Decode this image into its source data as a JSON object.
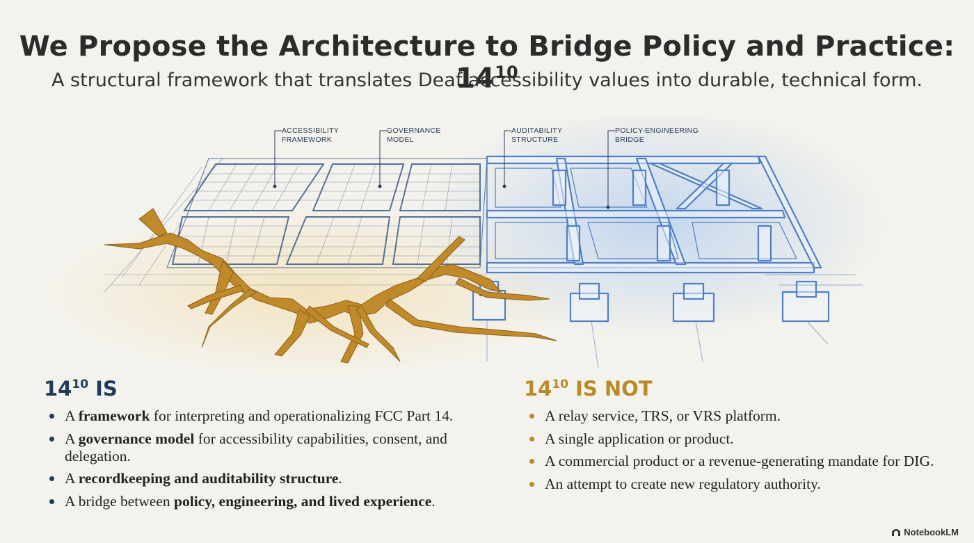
{
  "header": {
    "title": "We Propose the Architecture to Bridge Policy and Practice: 14",
    "title_sup": "10",
    "subtitle": "A structural framework that translates Deaf accessibility values into durable, technical form."
  },
  "illustration": {
    "callouts": [
      {
        "line1": "ACCESSIBILITY",
        "line2": "FRAMEWORK"
      },
      {
        "line1": "GOVERNANCE",
        "line2": "MODEL"
      },
      {
        "line1": "AUDITABILITY",
        "line2": "STRUCTURE"
      },
      {
        "line1": "POLICY-ENGINEERING",
        "line2": "BRIDGE"
      }
    ],
    "colors": {
      "crack": "#c08a2a",
      "blueprint": "#4f7fc4",
      "ink": "#2a3d5a"
    }
  },
  "is_column": {
    "heading_num": "14",
    "heading_sup": "10",
    "heading_word": " IS",
    "items": [
      {
        "pre": "A ",
        "bold": "framework",
        "post": " for interpreting and operationalizing FCC Part 14."
      },
      {
        "pre": "A ",
        "bold": "governance model",
        "post": " for accessibility capabilities, consent, and delegation."
      },
      {
        "pre": "A ",
        "bold": "recordkeeping and auditability structure",
        "post": "."
      },
      {
        "pre": "A bridge between ",
        "bold": "policy, engineering, and lived experience",
        "post": "."
      }
    ]
  },
  "is_not_column": {
    "heading_num": "14",
    "heading_sup": "10",
    "heading_word": " IS NOT",
    "items": [
      {
        "pre": "A relay service, TRS, or VRS platform.",
        "bold": "",
        "post": ""
      },
      {
        "pre": "A single application or product.",
        "bold": "",
        "post": ""
      },
      {
        "pre": "A commercial product or a revenue-generating mandate for DIG.",
        "bold": "",
        "post": ""
      },
      {
        "pre": "An attempt to create new regulatory authority.",
        "bold": "",
        "post": ""
      }
    ]
  },
  "branding": {
    "label": "NotebookLM",
    "icon": "notebooklm-icon"
  }
}
